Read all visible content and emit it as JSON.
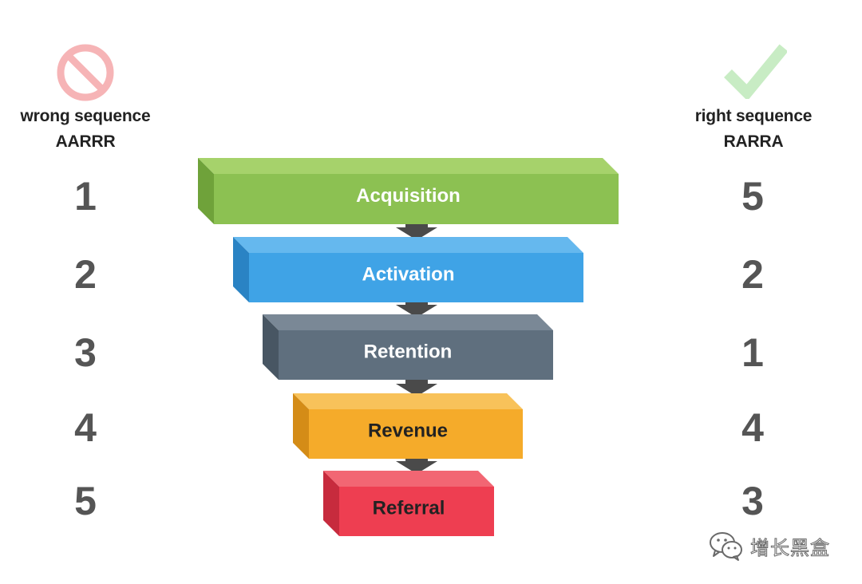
{
  "wrong": {
    "icon": "prohibition-icon",
    "title": "wrong sequence",
    "code": "AARRR",
    "numbers": [
      "1",
      "2",
      "3",
      "4",
      "5"
    ]
  },
  "right": {
    "icon": "checkmark-icon",
    "title": "right sequence",
    "code": "RARRA",
    "numbers": [
      "5",
      "2",
      "1",
      "4",
      "3"
    ]
  },
  "stages": [
    {
      "label": "Acquisition",
      "front": "#8cc152",
      "side": "#6fa23a",
      "top": "#a6d26b",
      "text": "#ffffff"
    },
    {
      "label": "Activation",
      "front": "#3fa3e6",
      "side": "#2a83c4",
      "top": "#65b8ee",
      "text": "#ffffff"
    },
    {
      "label": "Retention",
      "front": "#5f6f7e",
      "side": "#485663",
      "top": "#7a8896",
      "text": "#ffffff"
    },
    {
      "label": "Revenue",
      "front": "#f5ab2a",
      "side": "#d48c17",
      "top": "#f8c25a",
      "text": "#222222"
    },
    {
      "label": "Referral",
      "front": "#ee3e51",
      "side": "#c72b3d",
      "top": "#f26673",
      "text": "#222222"
    }
  ],
  "colors": {
    "arrow": "#4a4a4a",
    "number": "#555555",
    "prohibition": "#f6b4b6",
    "check": "#c8ecc4"
  },
  "watermark": {
    "icon": "wechat-icon",
    "text": "增长黑盒"
  }
}
